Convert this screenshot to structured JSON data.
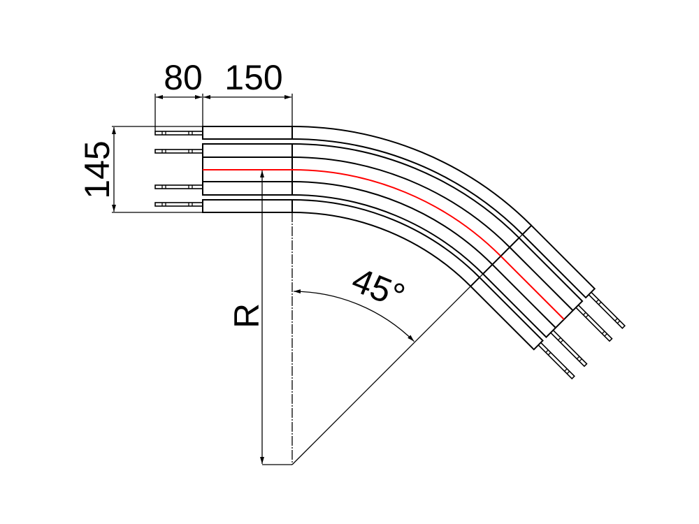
{
  "dimensions": {
    "connector_length": "80",
    "straight_length": "150",
    "total_width": "145",
    "radius": "R",
    "angle": "45°"
  },
  "colors": {
    "line": "#000000",
    "centerline": "#ff0000"
  }
}
